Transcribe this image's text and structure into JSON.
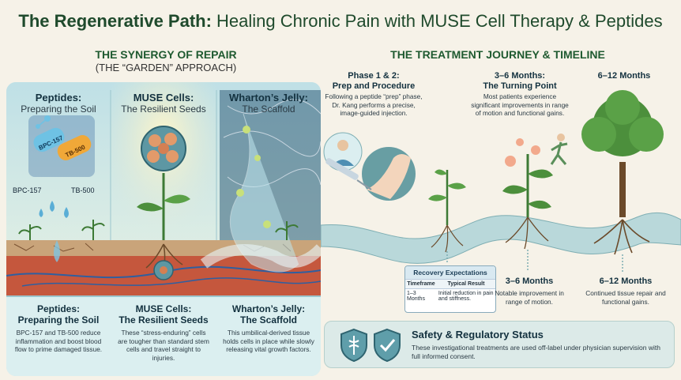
{
  "title": {
    "bold": "The Regenerative Path:",
    "rest": "Healing Chronic Pain with MUSE Cell Therapy & Peptides"
  },
  "synergy": {
    "heading": "THE SYNERGY OF REPAIR",
    "subheading": "(THE “GARDEN” APPROACH)"
  },
  "columns": [
    {
      "title": "Peptides:",
      "subtitle": "Preparing the Soil",
      "vial1": "BPC-157",
      "vial2": "TB-500",
      "label1": "BPC-157",
      "label2": "TB-500"
    },
    {
      "title": "MUSE Cells:",
      "subtitle": "The Resilient Seeds"
    },
    {
      "title": "Wharton’s Jelly:",
      "subtitle": "The Scaffold"
    }
  ],
  "bottom": [
    {
      "title1": "Peptides:",
      "title2": "Preparing the Soil",
      "text": "BPC-157 and TB-500 reduce inflammation and boost blood flow to prime damaged tissue."
    },
    {
      "title1": "MUSE Cells:",
      "title2": "The Resilient Seeds",
      "text": "These “stress-enduring” cells are tougher than standard stem cells and travel straight to injuries."
    },
    {
      "title1": "Wharton’s Jelly:",
      "title2": "The Scaffold",
      "text": "This umbilical-derived tissue holds cells in place while slowly releasing vital growth factors."
    }
  ],
  "journey": {
    "heading": "THE TREATMENT JOURNEY & TIMELINE",
    "phase1": {
      "title1": "Phase 1 & 2:",
      "title2": "Prep and Procedure",
      "text": "Following a peptide “prep” phase, Dr. Kang performs a precise, image-guided injection."
    },
    "phase2": {
      "title1": "3–6 Months:",
      "title2": "The Turning Point",
      "text": "Most patients experience significant improvements in range of motion and functional gains."
    },
    "phase3": {
      "title": "6–12 Months"
    },
    "mid": {
      "title": "3–6 Months",
      "text": "Notable improvement in range of motion."
    },
    "end": {
      "title": "6–12 Months",
      "text": "Continued tissue repair and functional gains."
    }
  },
  "recovery": {
    "heading": "Recovery Expectations",
    "columns": [
      "Timeframe",
      "Typical Result"
    ],
    "rows": [
      [
        "1–3 Months",
        "Initial reduction in pain and stiffness."
      ]
    ]
  },
  "safety": {
    "heading": "Safety & Regulatory Status",
    "text": "These investigational treatments are used off-label under physician supervision with full informed consent."
  },
  "colors": {
    "green": "#1f5a30",
    "teal": "#4f8f96",
    "soil": "#c8563c"
  }
}
